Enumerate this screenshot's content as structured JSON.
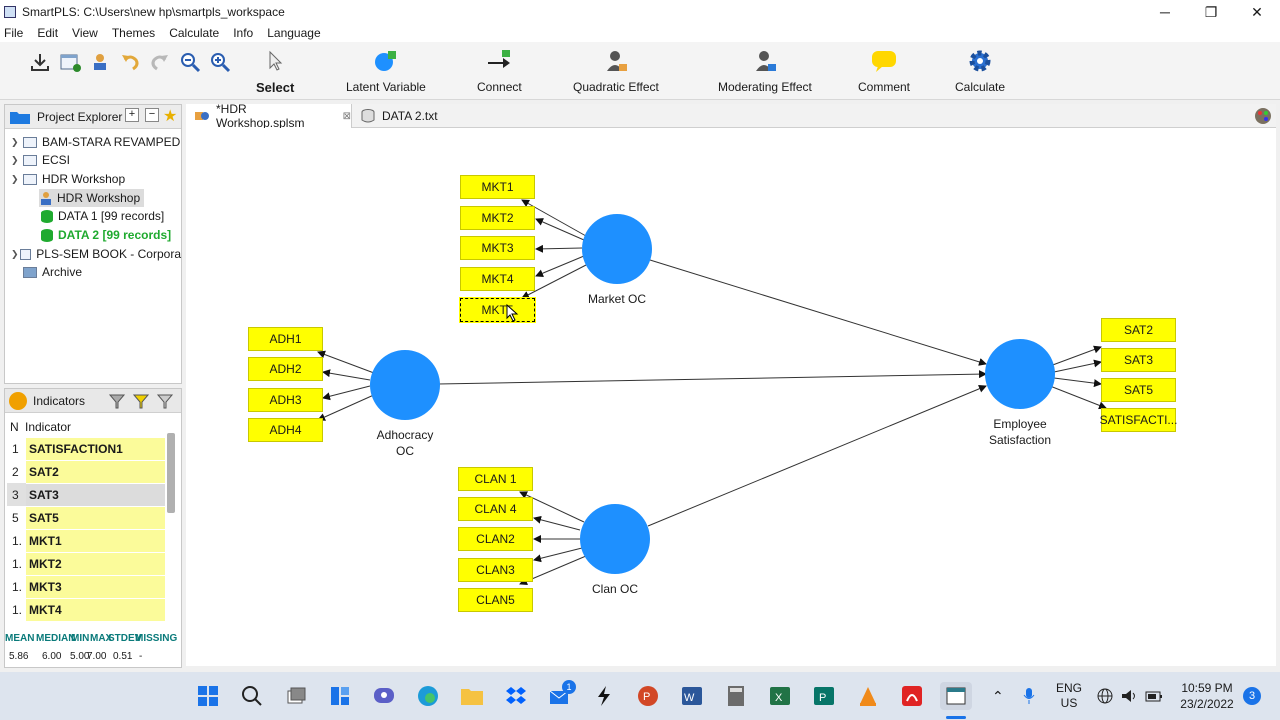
{
  "window": {
    "title": "SmartPLS: C:\\Users\\new hp\\smartpls_workspace",
    "minimize": "─",
    "restore": "❐",
    "close": "✕"
  },
  "menu": [
    "File",
    "Edit",
    "View",
    "Themes",
    "Calculate",
    "Info",
    "Language"
  ],
  "toolbar": {
    "select": "Select",
    "latent_variable": "Latent Variable",
    "connect": "Connect",
    "quadratic_effect": "Quadratic Effect",
    "moderating_effect": "Moderating Effect",
    "comment": "Comment",
    "calculate": "Calculate"
  },
  "project_explorer": {
    "title": "Project Explorer",
    "items": [
      {
        "label": "BAM-STARA REVAMPED"
      },
      {
        "label": "ECSI"
      },
      {
        "label": "HDR Workshop"
      },
      {
        "label": "HDR Workshop"
      },
      {
        "label": "DATA 1 [99 records]"
      },
      {
        "label": "DATA 2 [99 records]"
      },
      {
        "label": "PLS-SEM BOOK - Corpora"
      },
      {
        "label": "Archive"
      }
    ]
  },
  "indicators": {
    "title": "Indicators",
    "col_n": "N",
    "col_indicator": "Indicator",
    "rows": [
      {
        "n": "1",
        "name": "SATISFACTION1"
      },
      {
        "n": "2",
        "name": "SAT2"
      },
      {
        "n": "3",
        "name": "SAT3"
      },
      {
        "n": "5",
        "name": "SAT5"
      },
      {
        "n": "1.",
        "name": "MKT1"
      },
      {
        "n": "1.",
        "name": "MKT2"
      },
      {
        "n": "1.",
        "name": "MKT3"
      },
      {
        "n": "1.",
        "name": "MKT4"
      }
    ],
    "stats_headers": [
      "MEAN",
      "MEDIAN",
      "MIN",
      "MAX",
      "STDEV",
      "MISSING"
    ],
    "stats_values": [
      "5.86",
      "6.00",
      "5.00",
      "7.00",
      "0.51",
      "-"
    ]
  },
  "tabs": [
    {
      "label": "*HDR Workshop.splsm",
      "close": "⊠"
    },
    {
      "label": "DATA 2.txt"
    }
  ],
  "model": {
    "latents": {
      "market": "Market OC",
      "adhocracy": [
        "Adhocracy",
        "OC"
      ],
      "clan": "Clan OC",
      "employee": [
        "Employee",
        "Satisfaction"
      ]
    },
    "market_indicators": [
      "MKT1",
      "MKT2",
      "MKT3",
      "MKT4",
      "MKT5"
    ],
    "adhocracy_indicators": [
      "ADH1",
      "ADH2",
      "ADH3",
      "ADH4"
    ],
    "clan_indicators": [
      "CLAN 1",
      "CLAN 4",
      "CLAN2",
      "CLAN3",
      "CLAN5"
    ],
    "employee_indicators": [
      "SAT2",
      "SAT3",
      "SAT5",
      "SATISFACTI..."
    ]
  },
  "taskbar": {
    "lang_top": "ENG",
    "lang_bottom": "US",
    "time": "10:59 PM",
    "date": "23/2/2022",
    "notifications": "3",
    "mail_badge": "1"
  },
  "colors": {
    "latent": "#1e90ff",
    "indicator": "#ffff00",
    "indicator_row": "#fbfb9a"
  }
}
